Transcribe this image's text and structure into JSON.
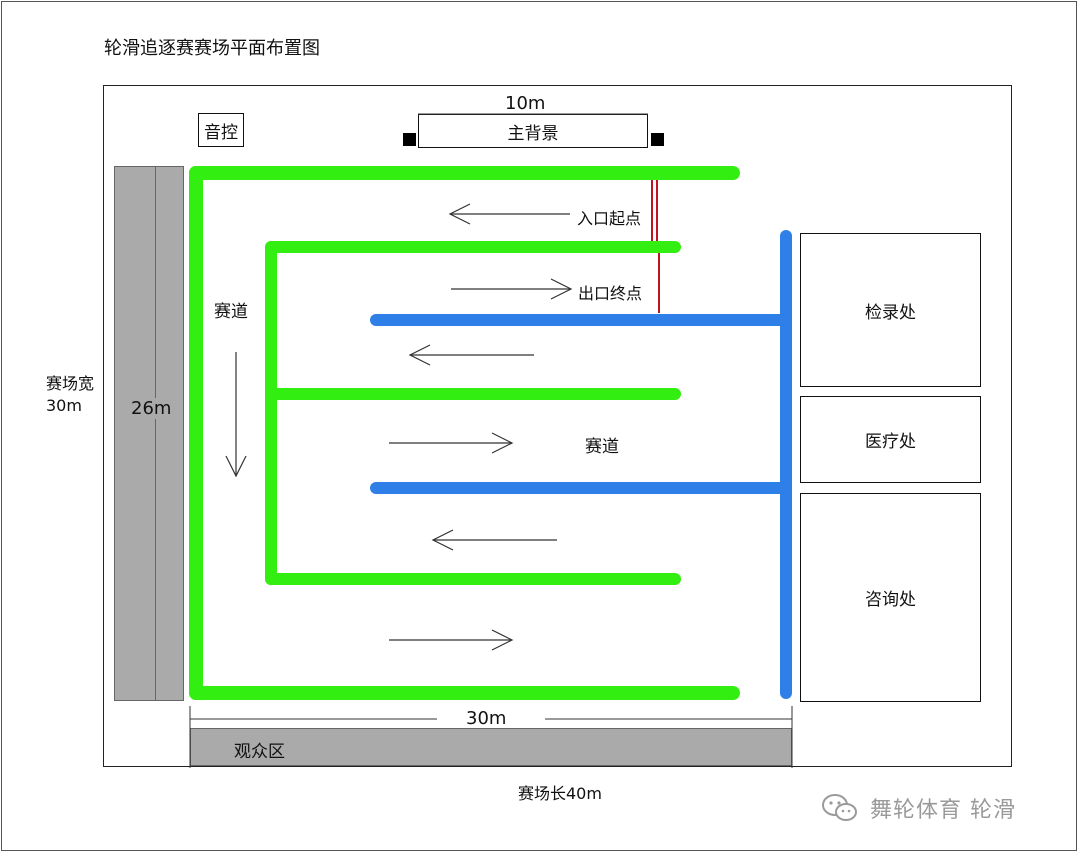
{
  "title": "轮滑追逐赛赛场平面布置图",
  "labels": {
    "sound_control": "音控",
    "backdrop": "主背景",
    "backdrop_width": "10m",
    "entry_start": "入口起点",
    "exit_finish": "出口终点",
    "track_left": "赛道",
    "track_center": "赛道",
    "venue_width": "赛场宽\n30m",
    "stand_width": "26m",
    "bottom_width": "30m",
    "audience": "观众区",
    "venue_length": "赛场长40m",
    "check_in": "检录处",
    "medical": "医疗处",
    "info": "咨询处"
  },
  "colors": {
    "track_green": "#33ee11",
    "barrier_blue": "#2e7fe8",
    "start_line_red": "#c0141e",
    "stand_gray": "#aaaaaa"
  },
  "watermark": {
    "icon": "wechat-icon",
    "text": "舞轮体育 轮滑"
  }
}
